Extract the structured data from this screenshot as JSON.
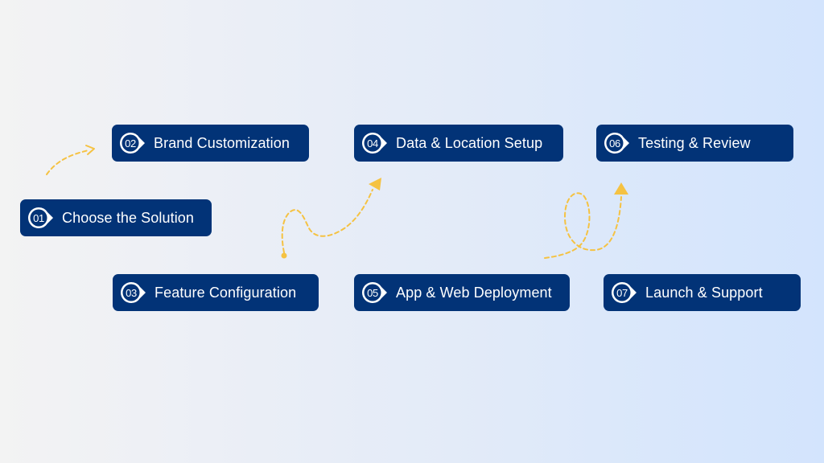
{
  "diagram": {
    "type": "process-flow",
    "accent_color": "#f5c242",
    "step_color": "#023377",
    "steps": [
      {
        "number": "01",
        "label": "Choose the Solution"
      },
      {
        "number": "02",
        "label": "Brand Customization"
      },
      {
        "number": "03",
        "label": "Feature Configuration"
      },
      {
        "number": "04",
        "label": "Data & Location Setup"
      },
      {
        "number": "05",
        "label": "App & Web Deployment"
      },
      {
        "number": "06",
        "label": "Testing & Review"
      },
      {
        "number": "07",
        "label": "Launch & Support"
      }
    ],
    "connectors": [
      {
        "from": "01",
        "to": "02",
        "style": "dashed-arrow"
      },
      {
        "from": "03",
        "to": "04",
        "style": "dashed-curve-arrow"
      },
      {
        "from": "05",
        "to": "06",
        "style": "dashed-loop-arrow"
      }
    ]
  }
}
